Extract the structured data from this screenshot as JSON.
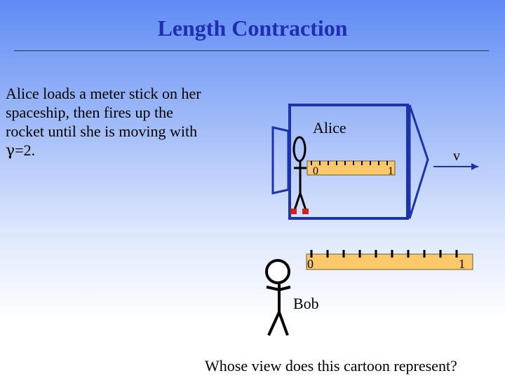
{
  "title": "Length Contraction",
  "description_lines": [
    "Alice loads a meter stick on her",
    "spaceship, then fires up the",
    "rocket until she is moving with"
  ],
  "gamma_symbol": "γ",
  "gamma_value": "=2.",
  "alice_label": "Alice",
  "bob_label": "Bob",
  "velocity_label": "v",
  "alice_stick": {
    "start_label": "0",
    "end_label": "1"
  },
  "bob_stick": {
    "start_label": "0",
    "end_label": "1"
  },
  "question": "Whose view does this cartoon represent?",
  "colors": {
    "title": "#1f2fb0",
    "ship_outline": "#1d33a8",
    "meter_stick": "#fcc96a",
    "feet": "#cc2222",
    "arrow": "#1d33a8"
  }
}
